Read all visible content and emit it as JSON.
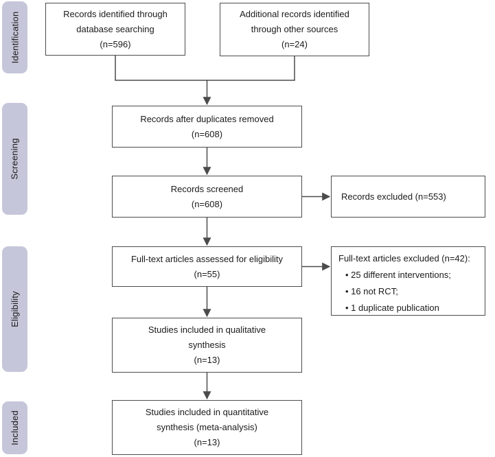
{
  "stages": {
    "identification": "Identification",
    "screening": "Screening",
    "eligibility": "Eligibility",
    "included": "Included"
  },
  "flow": {
    "identified_db": "Records identified through\ndatabase searching\n(n=596)",
    "identified_other": "Additional records identified\nthrough other sources\n(n=24)",
    "duplicates_removed": "Records after duplicates removed\n(n=608)",
    "screened": "Records screened\n(n=608)",
    "fulltext_assessed": "Full-text articles assessed for eligibility\n(n=55)",
    "qualitative": "Studies included in qualitative\nsynthesis\n(n=13)",
    "quantitative": "Studies included in quantitative\nsynthesis (meta-analysis)\n(n=13)"
  },
  "excluded": {
    "records": "Records excluded (n=553)",
    "fulltext_title": "Full-text articles excluded (n=42):",
    "fulltext_bullets": [
      "• 25 different interventions;",
      "• 16 not RCT;",
      "• 1 duplicate publication"
    ]
  },
  "counts": {
    "identified_db": 596,
    "identified_other": 24,
    "after_duplicates": 608,
    "screened": 608,
    "records_excluded": 553,
    "fulltext_assessed": 55,
    "fulltext_excluded": 42,
    "different_interventions": 25,
    "not_rct": 16,
    "duplicate_publication": 1,
    "qualitative": 13,
    "quantitative": 13
  },
  "colors": {
    "stage_fill": "#c6c6da",
    "box_border": "#4b4b4b",
    "arrow": "#4b4b4b",
    "text": "#1a1a1a"
  }
}
